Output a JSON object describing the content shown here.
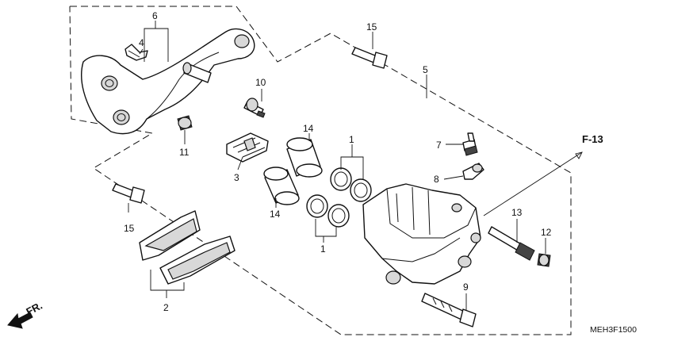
{
  "diagram": {
    "callouts": {
      "c1_top": "1",
      "c1_bottom": "1",
      "c2": "2",
      "c3": "3",
      "c4": "4",
      "c5": "5",
      "c6": "6",
      "c7": "7",
      "c8": "8",
      "c9": "9",
      "c10": "10",
      "c11": "11",
      "c12": "12",
      "c13": "13",
      "c14_top": "14",
      "c14_bottom": "14",
      "c15_top": "15",
      "c15_bottom": "15"
    },
    "reference": "F-13",
    "direction": "FR.",
    "code": "MEH3F1500"
  }
}
